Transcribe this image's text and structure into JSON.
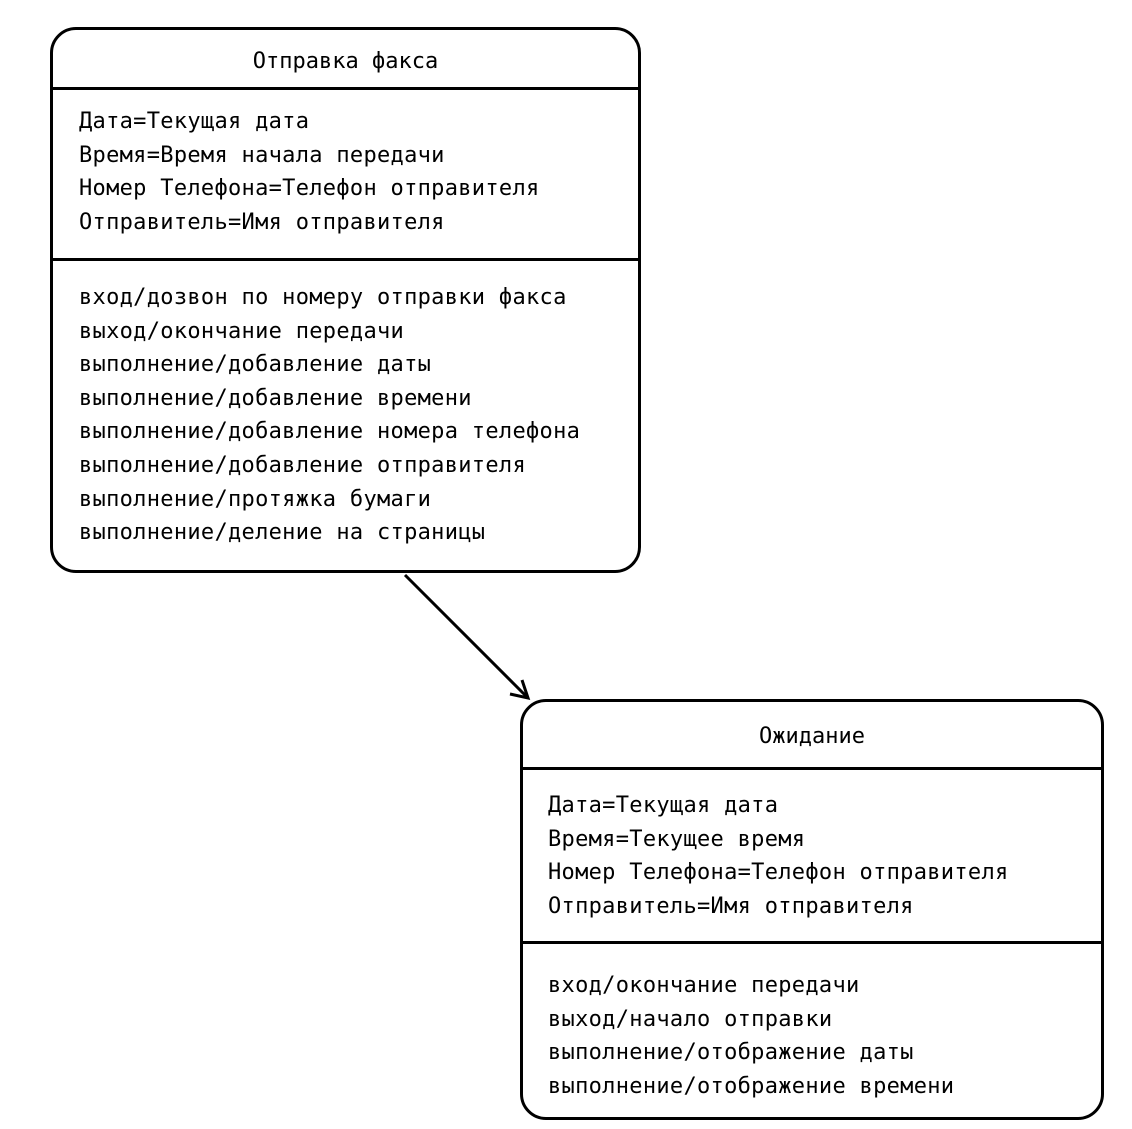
{
  "states": {
    "send": {
      "title": "Отправка факса",
      "attributes": [
        "Дата=Текущая дата",
        "Время=Время начала передачи",
        "Номер Телефона=Телефон отправителя",
        "Отправитель=Имя отправителя"
      ],
      "actions": [
        "вход/дозвон по номеру отправки факса",
        "выход/окончание передачи",
        "выполнение/добавление даты",
        "выполнение/добавление времени",
        "выполнение/добавление номера телефона",
        "выполнение/добавление отправителя",
        "выполнение/протяжка бумаги",
        "выполнение/деление на страницы"
      ]
    },
    "wait": {
      "title": "Ожидание",
      "attributes": [
        "Дата=Текущая дата",
        "Время=Текущее время",
        "Номер Телефона=Телефон отправителя",
        "Отправитель=Имя отправителя"
      ],
      "actions": [
        "вход/окончание передачи",
        "выход/начало отправки",
        "выполнение/отображение даты",
        "выполнение/отображение времени"
      ]
    }
  },
  "transition": {
    "from": "send",
    "to": "wait"
  }
}
